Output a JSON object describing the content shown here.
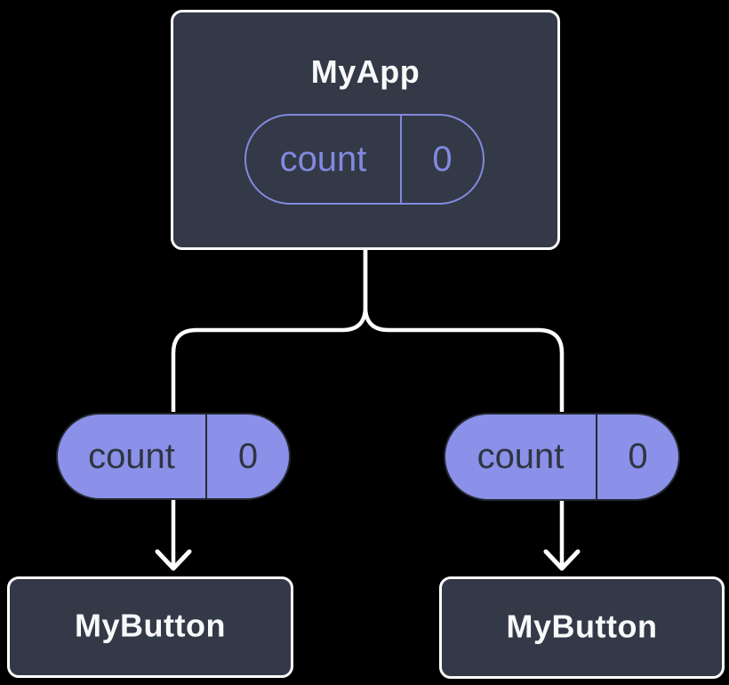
{
  "diagram": {
    "description": "Component tree showing state lifted to parent and passed down as props",
    "colors": {
      "background": "#000000",
      "box_fill": "#333946",
      "box_border": "#ffffff",
      "title_text": "#f8f9fa",
      "pill_fill": "#8b91e9",
      "pill_outline": "#8289e0",
      "pill_dark_border": "#252a33",
      "pill_dark_text": "#2f3541",
      "connector": "#ffffff"
    },
    "root": {
      "title": "MyApp",
      "state": {
        "name": "count",
        "value": "0"
      }
    },
    "children": [
      {
        "title": "MyButton",
        "prop": {
          "name": "count",
          "value": "0"
        }
      },
      {
        "title": "MyButton",
        "prop": {
          "name": "count",
          "value": "0"
        }
      }
    ]
  }
}
